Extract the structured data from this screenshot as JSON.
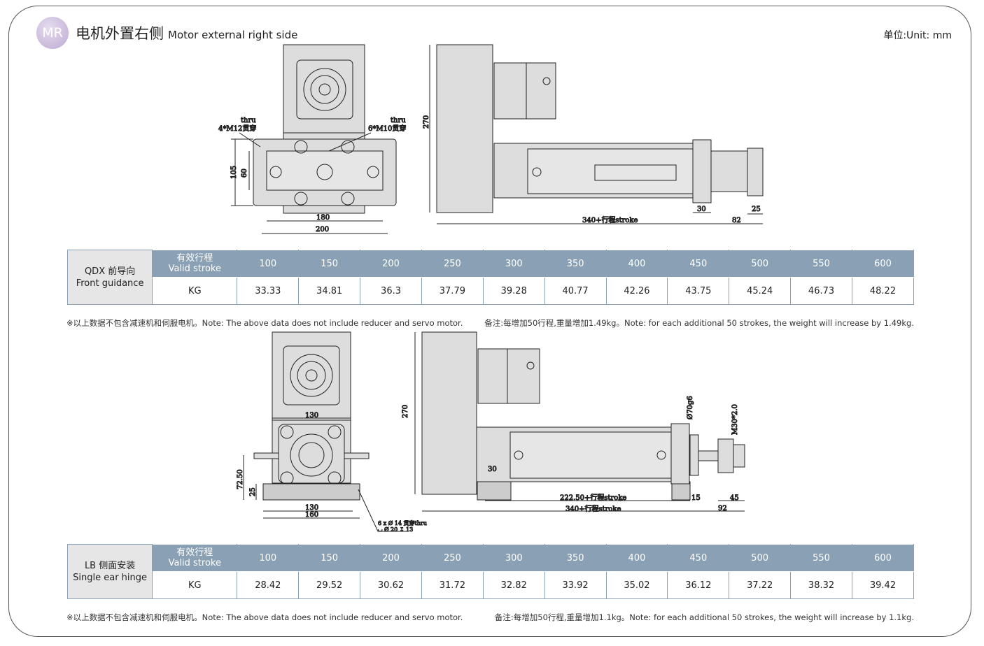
{
  "header": {
    "badge": "MR",
    "title_cn": "电机外置右侧",
    "title_en": "Motor external right side",
    "unit": "单位:Unit: mm"
  },
  "drawing1": {
    "thru_left": "thru",
    "hole_left": "4*M12贯穿",
    "thru_right": "thru",
    "hole_right": "6*M10贯穿",
    "d105": "105",
    "d60": "60",
    "d180": "180",
    "d200": "200",
    "d270": "270",
    "d30": "30",
    "d25": "25",
    "d82": "82",
    "stroke": "340+行程stroke"
  },
  "table1": {
    "name_cn": "QDX 前导向",
    "name_en": "Front guidance",
    "header_cn": "有效行程",
    "header_en": "Valid stroke",
    "row_label": "KG",
    "strokes": [
      "100",
      "150",
      "200",
      "250",
      "300",
      "350",
      "400",
      "450",
      "500",
      "550",
      "600"
    ],
    "weights": [
      "33.33",
      "34.81",
      "36.3",
      "37.79",
      "39.28",
      "40.77",
      "42.26",
      "43.75",
      "45.24",
      "46.73",
      "48.22"
    ],
    "note_left": "※以上数据不包含减速机和伺服电机。Note: The above data does not include reducer and servo motor.",
    "note_right": "备注:每增加50行程,重量增加1.49kg。Note: for each additional 50 strokes, the weight will increase by 1.49kg."
  },
  "drawing2": {
    "d130top": "130",
    "d7250": "72.50",
    "d25": "25",
    "d130": "130",
    "d160": "160",
    "hole1": "6 x Ø 14 贯穿thru",
    "hole2": "⌴ Ø 20 ↧ 13",
    "d270": "270",
    "d70": "Ø70g6",
    "dM30": "M30*2.0",
    "d30": "30",
    "d15": "15",
    "d45": "45",
    "d92": "92",
    "stroke1": "222.50+行程stroke",
    "stroke2": "340+行程stroke"
  },
  "table2": {
    "name_cn": "LB 侧面安装",
    "name_en": "Single ear hinge",
    "header_cn": "有效行程",
    "header_en": "Valid stroke",
    "row_label": "KG",
    "strokes": [
      "100",
      "150",
      "200",
      "250",
      "300",
      "350",
      "400",
      "450",
      "500",
      "550",
      "600"
    ],
    "weights": [
      "28.42",
      "29.52",
      "30.62",
      "31.72",
      "32.82",
      "33.92",
      "35.02",
      "36.12",
      "37.22",
      "38.32",
      "39.42"
    ],
    "note_left": "※以上数据不包含减速机和伺服电机。Note: The above data does not include reducer and servo motor.",
    "note_right": "备注:每增加50行程,重量增加1.1kg。Note: for each additional 50 strokes, the weight will increase by 1.1kg."
  }
}
